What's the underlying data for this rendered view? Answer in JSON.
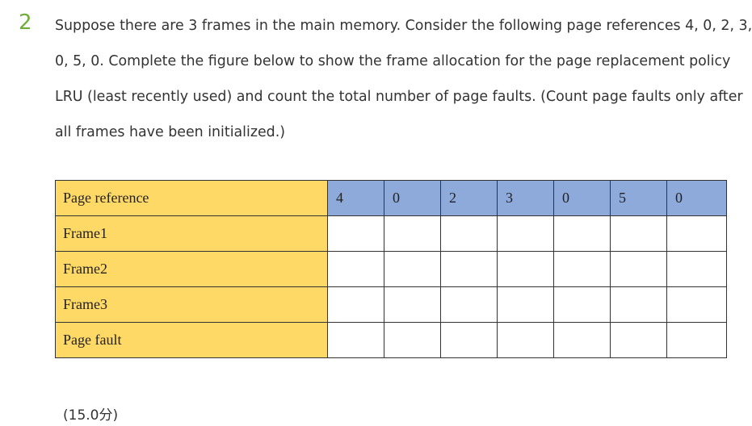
{
  "question": {
    "number": "2",
    "lines": [
      "Suppose there are 3 frames in the main memory. Consider the following page references 4, 0, 2, 3,",
      "0, 5, 0. Complete the figure below to show the frame allocation for the page replacement policy",
      "LRU (least recently used) and count the total number of page faults. (Count page faults only after",
      "all frames have been initialized.)"
    ]
  },
  "table": {
    "row_labels": [
      "Page reference",
      "Frame1",
      "Frame2",
      "Frame3",
      "Page fault"
    ],
    "page_references": [
      "4",
      "0",
      "2",
      "3",
      "0",
      "5",
      "0"
    ]
  },
  "score": "(15.0分)",
  "colors": {
    "label_column": "#ffd966",
    "reference_header": "#8eaadb",
    "question_number": "#6fae3a",
    "border": "#333333"
  }
}
